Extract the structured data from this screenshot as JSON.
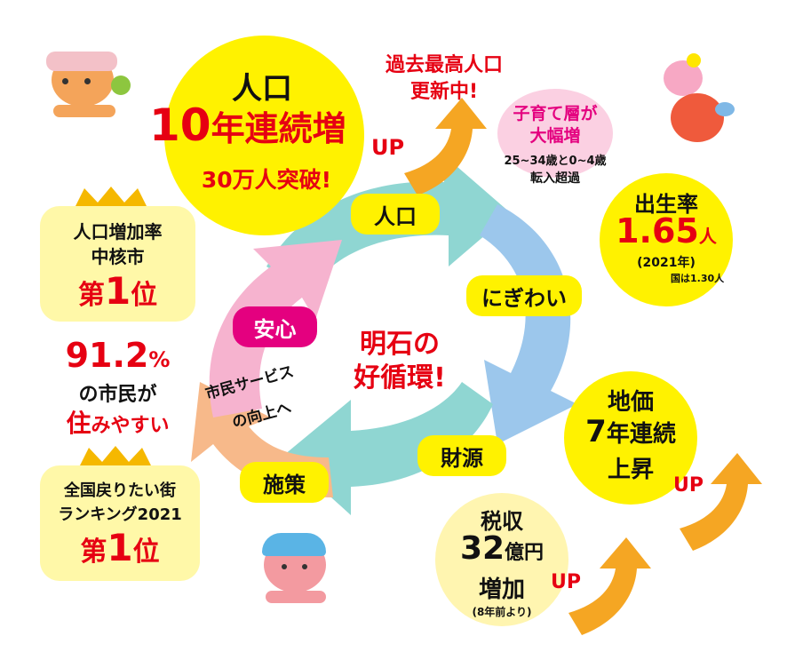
{
  "center": {
    "line1": "明石の",
    "line2": "好循環!"
  },
  "cycle": {
    "jinko": "人口",
    "nigiwai": "にぎわい",
    "zaigen": "財源",
    "shisaku": "施策",
    "anshin": "安心",
    "service_line1": "市民サービス",
    "service_line2": "の向上へ"
  },
  "population": {
    "title": "人口",
    "number": "10",
    "unit": "年連続増",
    "sub": "30万人突破!",
    "up": "UP"
  },
  "record": {
    "line1": "過去最高人口",
    "line2": "更新中!"
  },
  "child": {
    "line1": "子育て層が",
    "line2": "大幅増",
    "line3": "25~34歳と0~4歳",
    "line4": "転入超過"
  },
  "birth": {
    "title": "出生率",
    "value": "1.65",
    "unit": "人",
    "year": "(2021年)",
    "national": "国は1.30人"
  },
  "rank1": {
    "line1": "人口増加率",
    "line2": "中核市",
    "line3a": "第",
    "line3b": "1",
    "line3c": "位"
  },
  "satisfaction": {
    "pct": "91.2",
    "pctsign": "%",
    "line2": "の市民が",
    "line3a": "住",
    "line3b": "みやすい"
  },
  "rank2": {
    "line1": "全国戻りたい街",
    "line2": "ランキング2021",
    "line3a": "第",
    "line3b": "1",
    "line3c": "位"
  },
  "land": {
    "line1": "地価",
    "line2a": "7",
    "line2b": "年連続",
    "line3": "上昇",
    "up": "UP"
  },
  "tax": {
    "line1": "税収",
    "line2a": "32",
    "line2b": "億円",
    "line3": "増加",
    "note": "(8年前より)",
    "up": "UP"
  },
  "colors": {
    "yellow": "#fff200",
    "red": "#e60012",
    "magenta": "#e4007f",
    "teal": "#8fd6d2",
    "blue": "#9cc7ec",
    "pink": "#f6b3cf",
    "orange": "#f7b98a",
    "gold": "#f5a623"
  }
}
